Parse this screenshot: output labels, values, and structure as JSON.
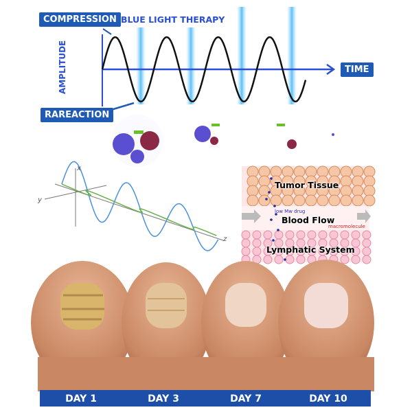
{
  "wave_diagram": {
    "compression_label": "COMPRESSION",
    "therapy_label": "BLUE LIGHT THERAPY",
    "amplitude_label": "AMPLITUDE",
    "time_label": "TIME",
    "rareaction_label": "RAREACTION"
  },
  "tissue_diagram": {
    "tumor_label": "Tumor Tissue",
    "drug_label": "low Mw drug",
    "blood_label": "Blood Flow",
    "macro_label": "macromolecule",
    "lymph_label": "Lymphatic System"
  },
  "em_wave_axes": {
    "x": "x",
    "y": "y",
    "z": "z"
  },
  "days": [
    "DAY 1",
    "DAY 3",
    "DAY 7",
    "DAY 10"
  ],
  "colors": {
    "brand_blue": "#1f5bb5",
    "light_blue": "#5fc0f5",
    "day_bar": "#1e4fa8"
  }
}
